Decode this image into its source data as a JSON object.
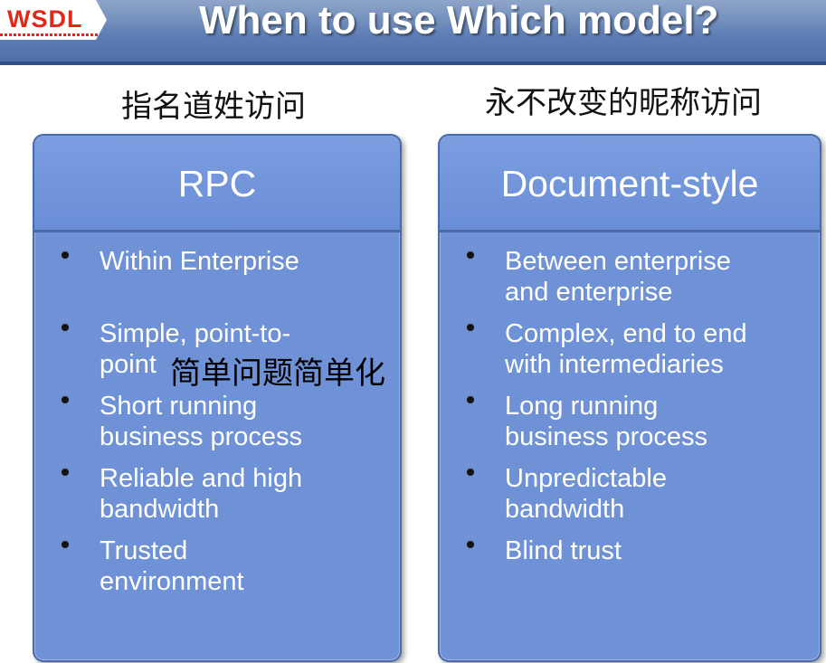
{
  "header": {
    "tag": "WSDL",
    "title": "When to use Which model?"
  },
  "captions": {
    "left": "指名道姓访问",
    "right": "永不改变的昵称访问"
  },
  "rpc": {
    "title": "RPC",
    "items": [
      "Within Enterprise",
      "Simple, point-to-point",
      "Short running business process",
      "Reliable and high bandwidth",
      "Trusted environment"
    ],
    "overlay_note": "简单问题简单化"
  },
  "document_style": {
    "title": "Document-style",
    "items": [
      "Between enterprise and enterprise",
      "Complex, end to end with intermediaries",
      "Long running business process",
      "Unpredictable bandwidth",
      "Blind trust"
    ]
  }
}
